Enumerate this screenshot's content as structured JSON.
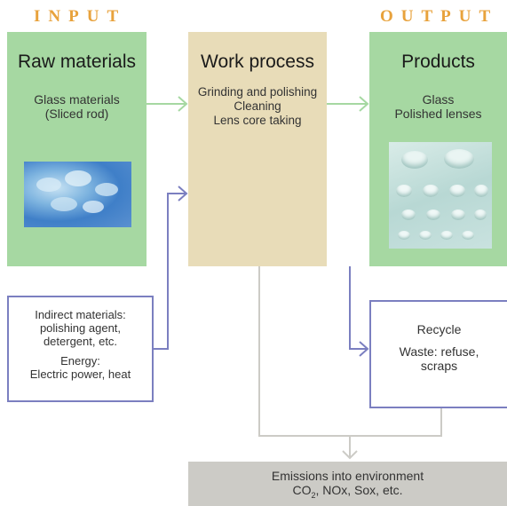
{
  "headings": {
    "input": "INPUT",
    "output": "OUTPUT"
  },
  "raw_materials": {
    "title": "Raw materials",
    "line1": "Glass materials",
    "line2": "(Sliced rod)"
  },
  "work_process": {
    "title": "Work process",
    "line1": "Grinding and polishing",
    "line2": "Cleaning",
    "line3": "Lens core taking"
  },
  "products": {
    "title": "Products",
    "line1": "Glass",
    "line2": "Polished lenses"
  },
  "indirect": {
    "line1": "Indirect materials:",
    "line2": "polishing agent,",
    "line3": "detergent, etc.",
    "line4": "Energy:",
    "line5": "Electric power, heat"
  },
  "recycle": {
    "line1": "Recycle",
    "line2": "Waste: refuse,",
    "line3": "scraps"
  },
  "emissions": {
    "line1": "Emissions into environment",
    "line2_prefix": "CO",
    "line2_sub": "2",
    "line2_rest": ", NOx, Sox, etc."
  },
  "colors": {
    "heading": "#e8a23c",
    "green_box": "#a6d8a2",
    "tan_box": "#e8dcb8",
    "gray_box": "#cccbc6",
    "blue_line": "#7b7fc0",
    "green_arrow": "#a6d8a2",
    "gray_line": "#cccbc6"
  },
  "icons": [
    "glass-rod-photo",
    "polished-lenses-photo"
  ]
}
